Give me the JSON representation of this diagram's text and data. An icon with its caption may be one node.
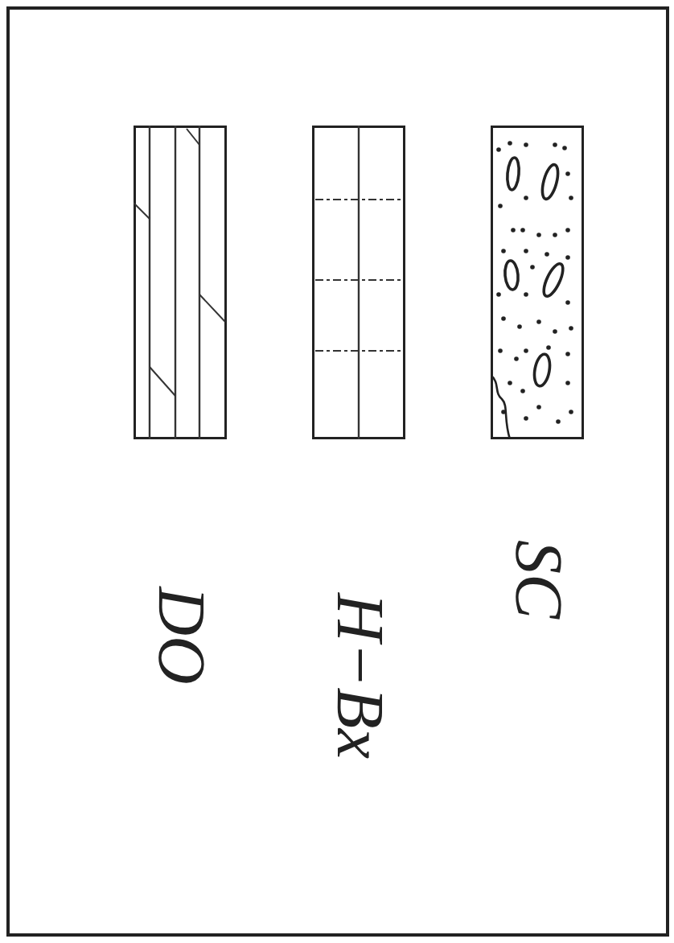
{
  "diagram": {
    "legend": [
      {
        "text": "DO"
      },
      {
        "text": "H−Bx"
      },
      {
        "text": "SC"
      }
    ]
  }
}
